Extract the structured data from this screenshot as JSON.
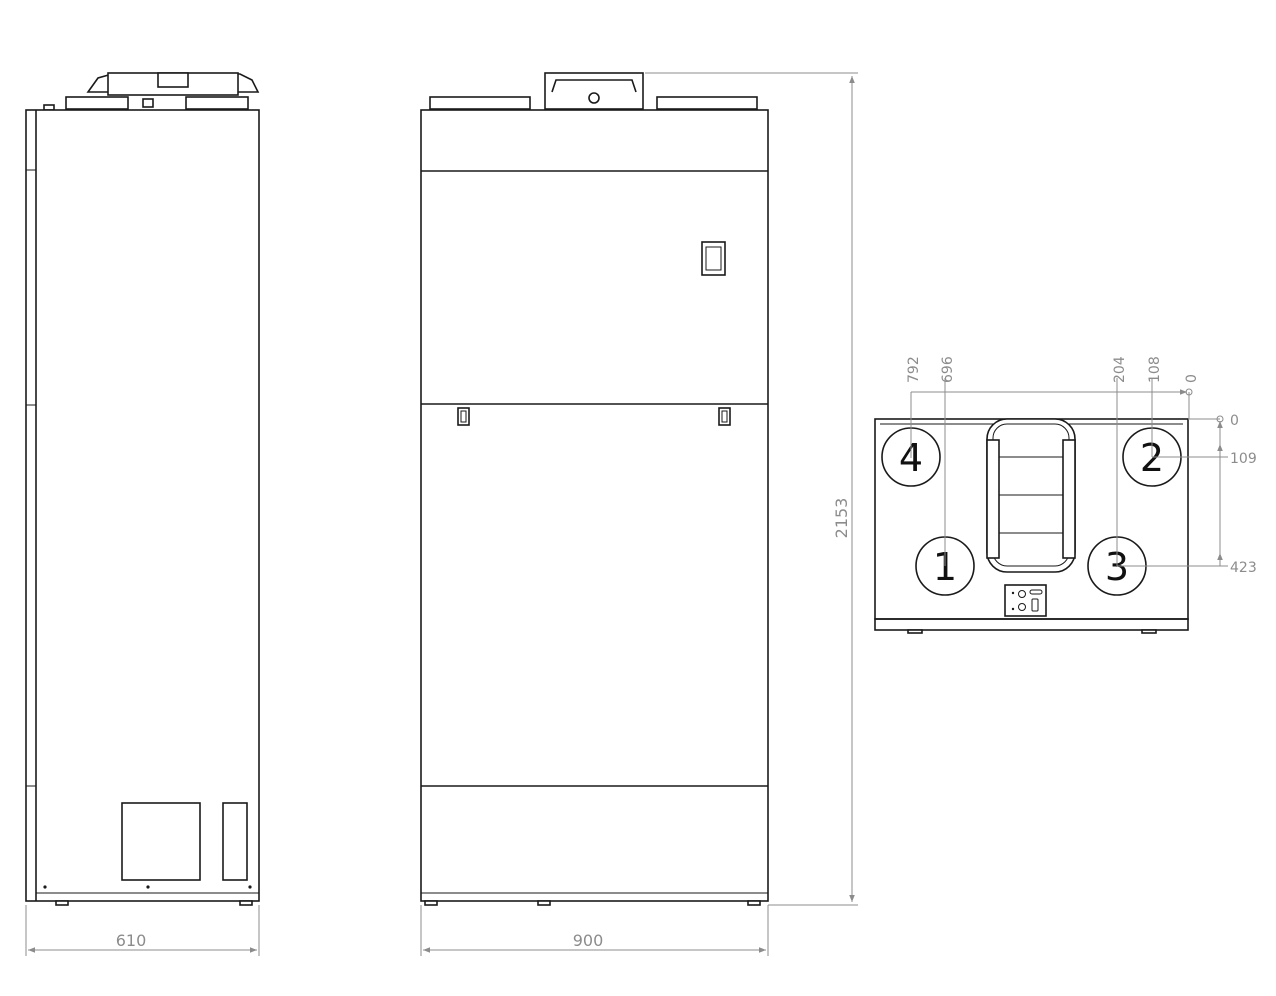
{
  "dimensions": {
    "side_width": "610",
    "front_width": "900",
    "height": "2153"
  },
  "top_view": {
    "x_coords": [
      "792",
      "696",
      "204",
      "108",
      "0"
    ],
    "y_coords": [
      "0",
      "109",
      "423"
    ],
    "ports": [
      "1",
      "2",
      "3",
      "4"
    ]
  },
  "colors": {
    "line": "#1a1a1a",
    "dimension": "#8c8c8c"
  }
}
